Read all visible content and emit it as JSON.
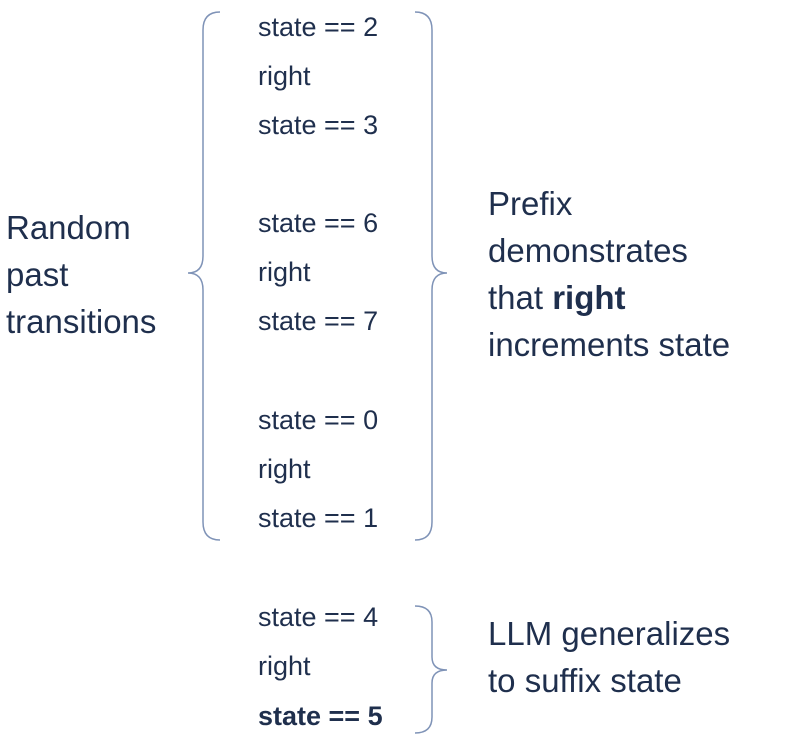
{
  "left_label": [
    "Random",
    "past",
    "transitions"
  ],
  "prefix_label": {
    "line1": "Prefix",
    "line2": "demonstrates",
    "line3_pre": "that ",
    "line3_bold": "right",
    "line4": "increments state"
  },
  "suffix_label": [
    "LLM generalizes",
    "to suffix state"
  ],
  "prefix_transitions": [
    [
      "state == 2",
      "right",
      "state == 3"
    ],
    [
      "state == 6",
      "right",
      "state == 7"
    ],
    [
      "state == 0",
      "right",
      "state == 1"
    ]
  ],
  "suffix_transition": [
    "state == 4",
    "right",
    "state == 5"
  ],
  "colors": {
    "text": "#1f2f4d",
    "bracket": "#7f93b7"
  }
}
